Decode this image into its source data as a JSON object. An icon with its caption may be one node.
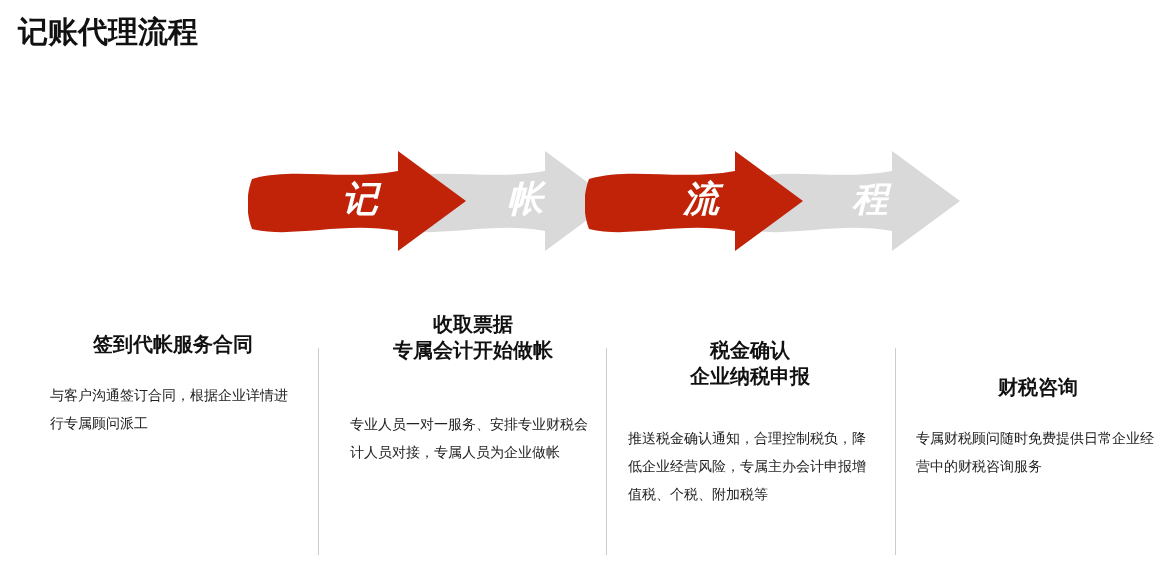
{
  "diagram": {
    "title": "记账代理流程",
    "nodes": [
      {
        "text": [
          "记"
        ]
      },
      {
        "text": [
          "帐"
        ]
      },
      {
        "text": [
          "流"
        ]
      },
      {
        "text": [
          "程"
        ]
      }
    ],
    "labels": [
      "签到代帐服务合同",
      "与客户沟通签订合同，根据企业详情进行专属顾问派工",
      "收取票据",
      "专属会计开始做帐",
      "专业人员一对一服务、安排专业财税会计人员对接，专属人员为企业做帐",
      "税金确认",
      "企业纳税申报",
      "推送税金确认通知，合理控制税负，降低企业经营风险，专属主办会计申报增值税、个税、附加税等",
      "财税咨询",
      "专属财税顾问随时免费提供日常企业经营中的财税咨询服务"
    ]
  }
}
